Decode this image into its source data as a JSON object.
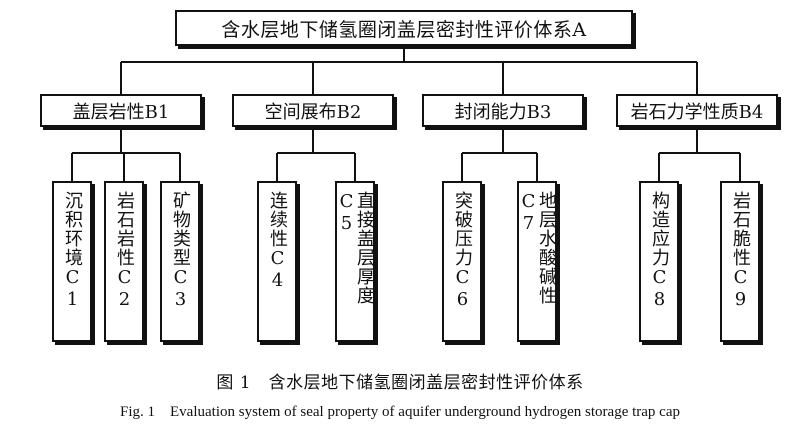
{
  "diagram": {
    "root": {
      "label": "含水层地下储氢圈闭盖层密封性评价体系A"
    },
    "groups": [
      {
        "label": "盖层岩性B1",
        "children": [
          {
            "label": "沉积环境C1"
          },
          {
            "label": "岩石岩性C2"
          },
          {
            "label": "矿物类型C3"
          }
        ]
      },
      {
        "label": "空间展布B2",
        "children": [
          {
            "label": "连续性C4"
          },
          {
            "label": "直接盖层厚度C5"
          }
        ]
      },
      {
        "label": "封闭能力B3",
        "children": [
          {
            "label": "突破压力C6"
          },
          {
            "label": "地层水酸碱性C7"
          }
        ]
      },
      {
        "label": "岩石力学性质B4",
        "children": [
          {
            "label": "构造应力C8"
          },
          {
            "label": "岩石脆性C9"
          }
        ]
      }
    ]
  },
  "caption": {
    "cn": "图 1　含水层地下储氢圈闭盖层密封性评价体系",
    "en": "Fig. 1　Evaluation system of seal property of aquifer underground hydrogen storage trap cap"
  }
}
